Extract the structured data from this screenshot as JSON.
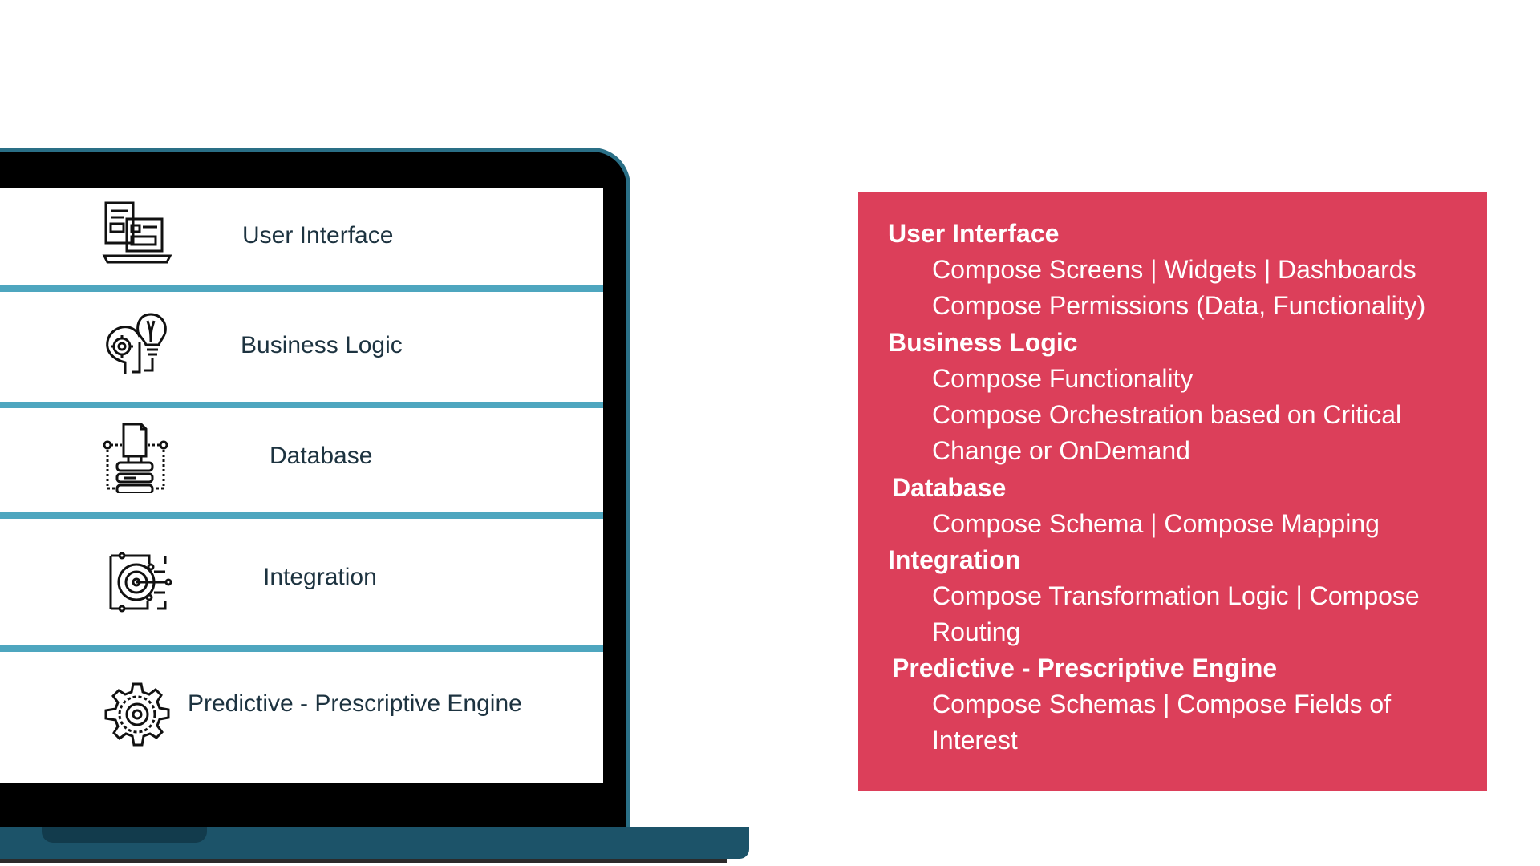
{
  "layers": [
    {
      "label": "User Interface",
      "icon": "computer-screens-icon"
    },
    {
      "label": "Business Logic",
      "icon": "head-gear-lightbulb-icon"
    },
    {
      "label": "Database",
      "icon": "database-server-icon"
    },
    {
      "label": "Integration",
      "icon": "circuit-target-icon"
    },
    {
      "label": "Predictive - Prescriptive Engine",
      "icon": "gear-engine-icon"
    }
  ],
  "details": {
    "ui_heading": "User Interface",
    "ui_item_1": "Compose Screens | Widgets | Dashboards",
    "ui_item_2": "Compose Permissions (Data, Functionality)",
    "bl_heading": "Business Logic",
    "bl_item_1": "Compose Functionality",
    "bl_item_2a": "Compose Orchestration based on Critical",
    "bl_item_2b": "Change or OnDemand",
    "db_heading": "Database",
    "db_item_1": "Compose Schema | Compose Mapping",
    "int_heading": "Integration",
    "int_item_1a": "Compose Transformation Logic | Compose",
    "int_item_1b": "Routing",
    "pe_heading": "Predictive - Prescriptive Engine",
    "pe_item_1a": "Compose Schemas | Compose Fields of",
    "pe_item_1b": "Interest"
  },
  "colors": {
    "panel": "#dc3f5a",
    "divider": "#4ea6bf",
    "laptop_bezel": "#000000",
    "laptop_rim": "#2a6f86",
    "laptop_base": "#1c5369"
  }
}
